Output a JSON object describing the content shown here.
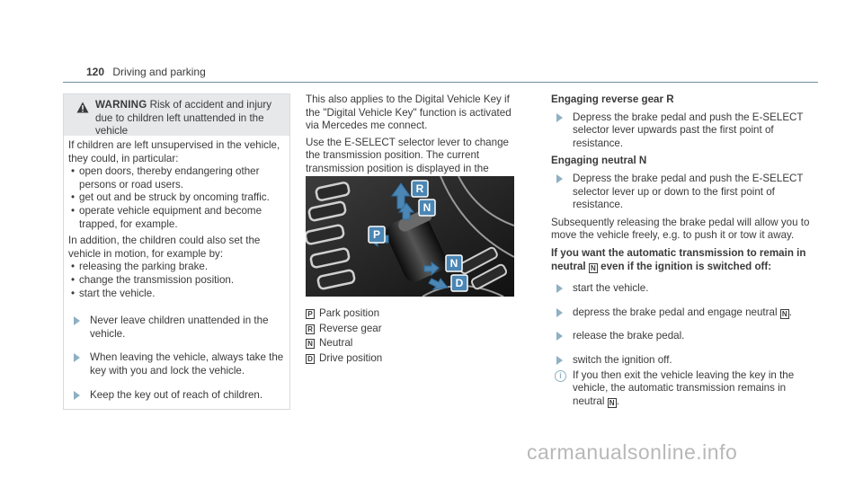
{
  "header": {
    "page_number": "120",
    "section": "Driving and parking"
  },
  "warning": {
    "label": "WARNING",
    "title": "Risk of accident and injury due to children left unattended in the vehicle",
    "intro": "If children are left unsupervised in the vehi­cle, they could, in particular:",
    "bullets": [
      "open doors, thereby endangering other persons or road users.",
      "get out and be struck by oncoming traf­fic.",
      "operate vehicle equipment and become trapped, for example."
    ],
    "intro2": "In addition, the children could also set the vehicle in motion, for example by:",
    "bullets2": [
      "releasing the parking brake.",
      "change the transmission position.",
      "start the vehicle."
    ],
    "steps": [
      "Never leave children unattended in the vehicle.",
      "When leaving the vehicle, always take the key with you and lock the vehicle.",
      "Keep the key out of reach of children."
    ]
  },
  "col2": {
    "para1": "This also applies to the Digital Vehicle Key if the \"Digital Vehicle Key\" function is activated via Mercedes me connect.",
    "para2": "Use the E-SELECT selector lever to change the transmission position. The current transmission position is displayed in the multifunction display.",
    "figure_labels": [
      "R",
      "N",
      "P",
      "N",
      "D"
    ],
    "legend": [
      {
        "symbol": "P",
        "text": "Park position"
      },
      {
        "symbol": "R",
        "text": "Reverse gear"
      },
      {
        "symbol": "N",
        "text": "Neutral"
      },
      {
        "symbol": "D",
        "text": "Drive position"
      }
    ]
  },
  "col3": {
    "h1": "Engaging reverse gear R",
    "s1": "Depress the brake pedal and push the E-SELECT selector lever upwards past the first point of resistance.",
    "h2": "Engaging neutral N",
    "s2": "Depress the brake pedal and push the E-SELECT selector lever up or down to the first point of resistance.",
    "para": "Subsequently releasing the brake pedal will allow you to move the vehicle freely, e.g. to push it or tow it away.",
    "h3a": "If you want the automatic transmission to remain in neutral",
    "h3_symbol": "N",
    "h3b": "even if the ignition is switched off:",
    "s3": "start the vehicle.",
    "s4a": "depress the brake pedal and engage neutral",
    "s4_symbol": "N",
    "s4b": ".",
    "s5": "release the brake pedal.",
    "s6": "switch the ignition off.",
    "note_a": "If you then exit the vehicle leaving the key in the vehicle, the automatic transmission remains in neutral",
    "note_symbol": "N",
    "note_b": "."
  },
  "watermark": "carmanualsonline.info",
  "colors": {
    "accent": "#8fb0c2",
    "rule": "#6f8fa0",
    "warn_bg": "#e6e8ea"
  }
}
